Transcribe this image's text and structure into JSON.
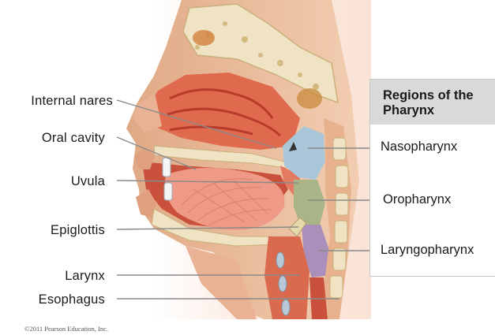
{
  "labels_left": {
    "internal_nares": "Internal nares",
    "oral_cavity": "Oral cavity",
    "uvula": "Uvula",
    "epiglottis": "Epiglottis",
    "larynx": "Larynx",
    "esophagus": "Esophagus"
  },
  "legend": {
    "title": "Regions of the Pharynx",
    "nasopharynx": "Nasopharynx",
    "oropharynx": "Oropharynx",
    "laryngopharynx": "Laryngopharynx"
  },
  "copyright": "©2011 Pearson Education, Inc.",
  "colors": {
    "skin": "#f3c9a7",
    "skin_dark": "#dba37c",
    "tissue_red": "#d9533e",
    "tissue_pink": "#ef9a86",
    "bone": "#efe3c4",
    "nasopharynx": "#a9c7d8",
    "oropharynx": "#a9b487",
    "laryngopharynx": "#a98fb9",
    "leader": "#8a8a8a",
    "legend_header": "#d9d9d9"
  }
}
